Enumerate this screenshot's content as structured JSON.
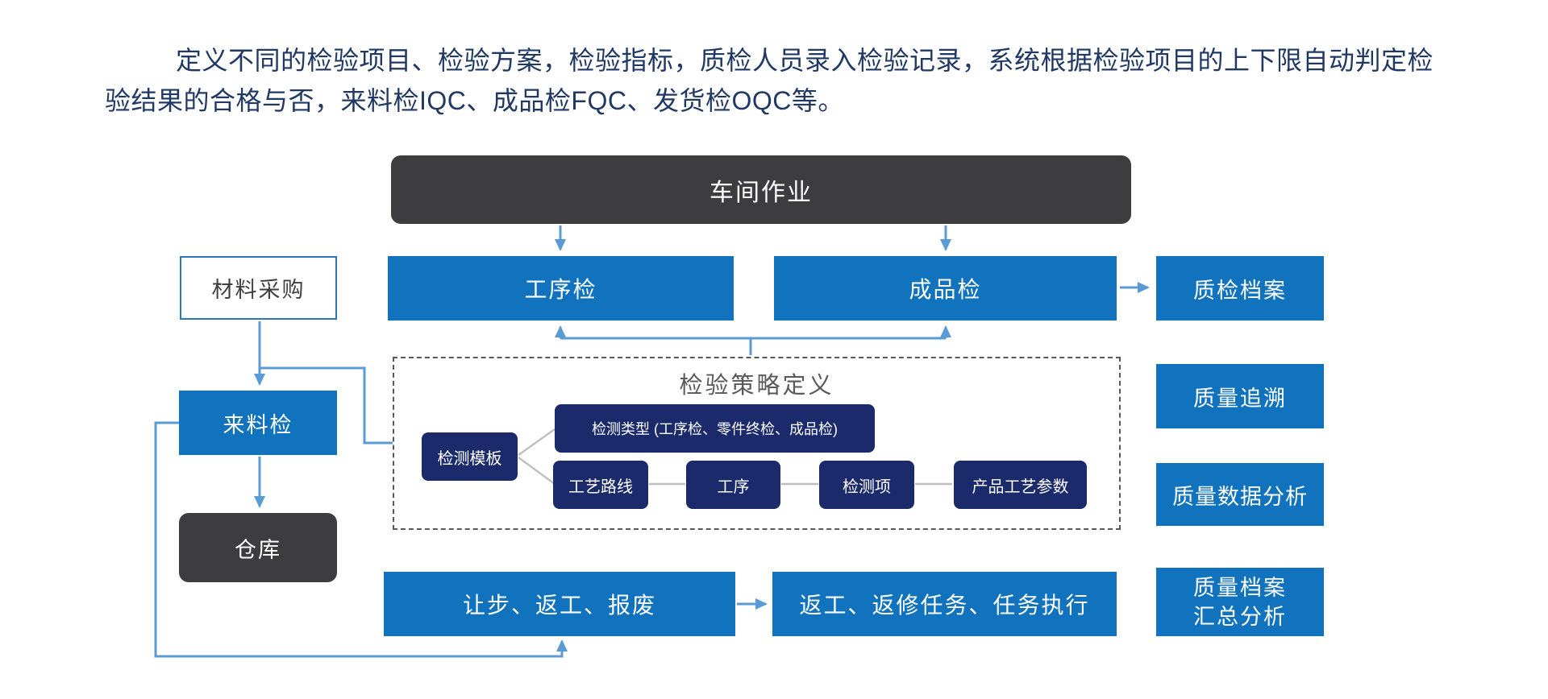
{
  "intro": {
    "text": "定义不同的检验项目、检验方案，检验指标，质检人员录入检验记录，系统根据检验项目的上下限自动判定检验结果的合格与否，来料检IQC、成品检FQC、发货检OQC等。"
  },
  "colors": {
    "primary_blue": "#1173BD",
    "dark_gray": "#3D3D3F",
    "navy": "#1A2A6B",
    "connector_blue": "#5B9BD5",
    "connector_gray": "#C0C0C0",
    "dashed_border": "#595959",
    "intro_text": "#203864",
    "white_box_border": "#2E75B6"
  },
  "flowchart": {
    "workshop": "车间作业",
    "process_check": "工序检",
    "product_check": "成品检",
    "qc_archive": "质检档案",
    "material_purchase": "材料采购",
    "incoming_check": "来料检",
    "warehouse": "仓库",
    "strategy": {
      "title": "检验策略定义",
      "template": "检测模板",
      "type": "检测类型 (工序检、零件终检、成品检)",
      "route": "工艺路线",
      "process": "工序",
      "item": "检测项",
      "params": "产品工艺参数"
    },
    "quality_trace": "质量追溯",
    "quality_data_analysis": "质量数据分析",
    "quality_archive_summary": "质量档案\n汇总分析",
    "concession_rework_scrap": "让步、返工、报废",
    "rework_repair_tasks": "返工、返修任务、任务执行"
  }
}
